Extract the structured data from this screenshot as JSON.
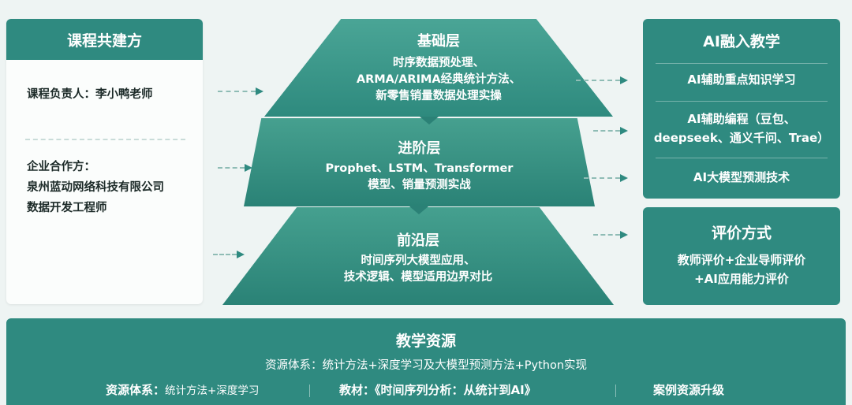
{
  "left_panel": {
    "title": "课程共建方",
    "lead": "课程负责人：李小鸭老师",
    "partner_label": "企业合作方：",
    "partner_company": "泉州蓝动网络科技有限公司",
    "partner_role": "数据开发工程师"
  },
  "pyramid": {
    "layer1": {
      "title": "基础层",
      "lines": [
        "时序数据预处理、",
        "ARMA/ARIMA经典统计方法、",
        "新零售销量数据处理实操"
      ]
    },
    "layer2": {
      "title": "进阶层",
      "lines": [
        "Prophet、LSTM、Transformer",
        "模型、销量预测实战"
      ]
    },
    "layer3": {
      "title": "前沿层",
      "lines": [
        "时间序列大模型应用、",
        "技术逻辑、模型适用边界对比"
      ]
    }
  },
  "ai_panel": {
    "title": "AI融入教学",
    "items": [
      "AI辅助重点知识学习",
      "AI辅助编程（豆包、",
      "deepseek、通义千问、Trae）",
      "AI大模型预测技术"
    ]
  },
  "eval_panel": {
    "title": "评价方式",
    "lines": [
      "教师评价+企业导师评价",
      "+AI应用能力评价"
    ]
  },
  "resources": {
    "title": "教学资源",
    "subtitle": "资源体系：统计方法+深度学习及大模型预测方法+Python实现",
    "col1_label": "资源体系：",
    "col1_value": "统计方法+深度学习",
    "col2": "教材：《时间序列分析：从统计到AI》",
    "col3": "案例资源升级"
  },
  "colors": {
    "primary": "#2f8a80",
    "arrow": "#8fbcb5",
    "background": "#eef4f3"
  },
  "icons": [
    "arrow-right-icon"
  ]
}
